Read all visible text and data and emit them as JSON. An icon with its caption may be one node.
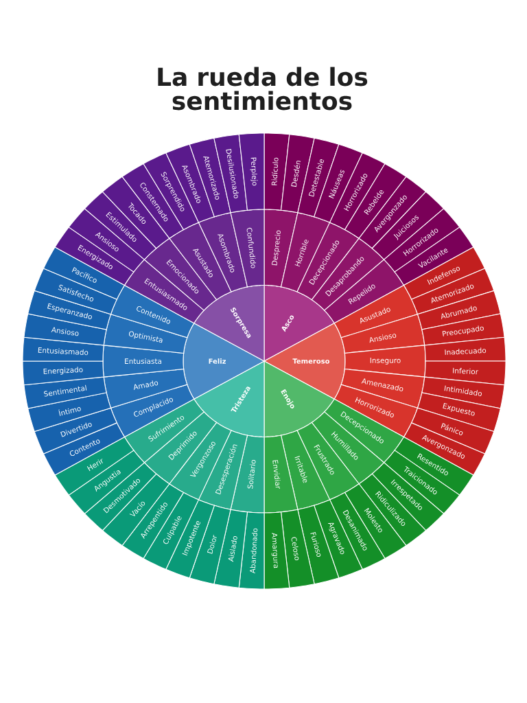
{
  "diagram": {
    "title": "La rueda de los sentimientos",
    "nodes": [
      {
        "text": [
          "Asco"
        ]
      },
      {
        "text": [
          "Temeroso"
        ]
      },
      {
        "text": [
          "Enojo"
        ]
      },
      {
        "text": [
          "Tristeza"
        ]
      },
      {
        "text": [
          "Feliz"
        ]
      },
      {
        "text": [
          "Sorpresa"
        ]
      },
      {
        "text": [
          "Desprecio"
        ]
      },
      {
        "text": [
          "Horrible"
        ]
      },
      {
        "text": [
          "Decepcionado"
        ]
      },
      {
        "text": [
          "Desaprobando"
        ]
      },
      {
        "text": [
          "Repelido"
        ]
      },
      {
        "text": [
          "Asustado"
        ]
      },
      {
        "text": [
          "Ansioso"
        ]
      },
      {
        "text": [
          "Inseguro"
        ]
      },
      {
        "text": [
          "Amenazado"
        ]
      },
      {
        "text": [
          "Horrorizado"
        ]
      },
      {
        "text": [
          "Decepcionado"
        ]
      },
      {
        "text": [
          "Humillado"
        ]
      },
      {
        "text": [
          "Frustrado"
        ]
      },
      {
        "text": [
          "Irritable"
        ]
      },
      {
        "text": [
          "Envidiar"
        ]
      },
      {
        "text": [
          "Solitario"
        ]
      },
      {
        "text": [
          "Desesperación"
        ]
      },
      {
        "text": [
          "Vergonzoso"
        ]
      },
      {
        "text": [
          "Deprimido"
        ]
      },
      {
        "text": [
          "Sufrimiento"
        ]
      },
      {
        "text": [
          "Complacido"
        ]
      },
      {
        "text": [
          "Amado"
        ]
      },
      {
        "text": [
          "Entusiasta"
        ]
      },
      {
        "text": [
          "Optimista"
        ]
      },
      {
        "text": [
          "Contenido"
        ]
      },
      {
        "text": [
          "Entusiasmado"
        ]
      },
      {
        "text": [
          "Emocionado"
        ]
      },
      {
        "text": [
          "Asustado"
        ]
      },
      {
        "text": [
          "Asombrado"
        ]
      },
      {
        "text": [
          "Confundido"
        ]
      },
      {
        "text": [
          "Ridículo"
        ]
      },
      {
        "text": [
          "Desdén"
        ]
      },
      {
        "text": [
          "Detestable"
        ]
      },
      {
        "text": [
          "Náuseas"
        ]
      },
      {
        "text": [
          "Horrorizado"
        ]
      },
      {
        "text": [
          "Rebelde"
        ]
      },
      {
        "text": [
          "Avergonzado"
        ]
      },
      {
        "text": [
          "Juiciosos"
        ]
      },
      {
        "text": [
          "Horrorizado"
        ]
      },
      {
        "text": [
          "Vacilante"
        ]
      },
      {
        "text": [
          "Indefenso"
        ]
      },
      {
        "text": [
          "Atemorizado"
        ]
      },
      {
        "text": [
          "Abrumado"
        ]
      },
      {
        "text": [
          "Preocupado"
        ]
      },
      {
        "text": [
          "Inadecuado"
        ]
      },
      {
        "text": [
          "Inferior"
        ]
      },
      {
        "text": [
          "Intimidado"
        ]
      },
      {
        "text": [
          "Expuesto"
        ]
      },
      {
        "text": [
          "Pánico"
        ]
      },
      {
        "text": [
          "Avergonzado"
        ]
      },
      {
        "text": [
          "Resentido"
        ]
      },
      {
        "text": [
          "Traicionado"
        ]
      },
      {
        "text": [
          "Irrespetado"
        ]
      },
      {
        "text": [
          "Ridiculizado"
        ]
      },
      {
        "text": [
          "Molesto"
        ]
      },
      {
        "text": [
          "Desanimado"
        ]
      },
      {
        "text": [
          "Agravado"
        ]
      },
      {
        "text": [
          "Furioso"
        ]
      },
      {
        "text": [
          "Celoso"
        ]
      },
      {
        "text": [
          "Amargura"
        ]
      },
      {
        "text": [
          "Abandonado"
        ]
      },
      {
        "text": [
          "Aislado"
        ]
      },
      {
        "text": [
          "Dolor"
        ]
      },
      {
        "text": [
          "Impotente"
        ]
      },
      {
        "text": [
          "Culpable"
        ]
      },
      {
        "text": [
          "Arrepentido"
        ]
      },
      {
        "text": [
          "Vacío"
        ]
      },
      {
        "text": [
          "Desmotivado"
        ]
      },
      {
        "text": [
          "Angustia"
        ]
      },
      {
        "text": [
          "Herir"
        ]
      },
      {
        "text": [
          "Contento"
        ]
      },
      {
        "text": [
          "Divertido"
        ]
      },
      {
        "text": [
          "Íntimo"
        ]
      },
      {
        "text": [
          "Sentimental"
        ]
      },
      {
        "text": [
          "Energizado"
        ]
      },
      {
        "text": [
          "Entusiasmado"
        ]
      },
      {
        "text": [
          "Ansioso"
        ]
      },
      {
        "text": [
          "Esperanzado"
        ]
      },
      {
        "text": [
          "Satisfecho"
        ]
      },
      {
        "text": [
          "Pacífico"
        ]
      },
      {
        "text": [
          "Energizado"
        ]
      },
      {
        "text": [
          "Ansioso"
        ]
      },
      {
        "text": [
          "Estimulado"
        ]
      },
      {
        "text": [
          "Tocado"
        ]
      },
      {
        "text": [
          "Consternado"
        ]
      },
      {
        "text": [
          "Sorprendido"
        ]
      },
      {
        "text": [
          "Asombrado"
        ]
      },
      {
        "text": [
          "Atemorizado"
        ]
      },
      {
        "text": [
          "Desilusionado"
        ]
      },
      {
        "text": [
          "Perplejo"
        ]
      }
    ]
  }
}
